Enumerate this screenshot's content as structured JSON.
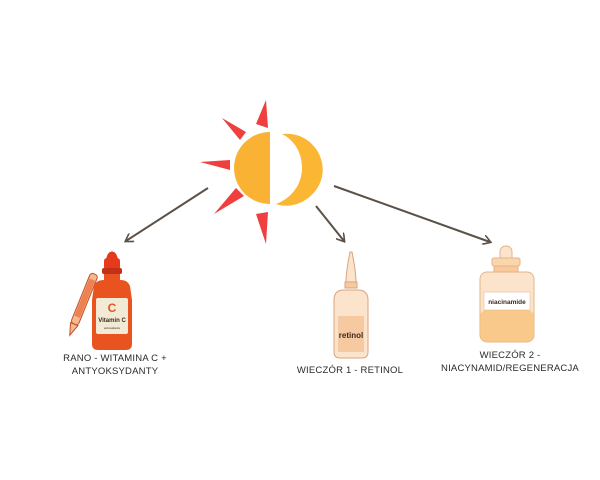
{
  "symbol": {
    "sun_icon": "sun-icon",
    "moon_icon": "crescent-moon-icon",
    "colors": {
      "sun": "#f9b233",
      "rays": "#ef3f3f",
      "moon": "#fbb733",
      "arrow": "#5b5147"
    }
  },
  "morning": {
    "caption_line1": "RANO - WITAMINA C +",
    "caption_line2": "ANTYOKSYDANTY",
    "bottle_icon": "dropper-bottle-icon",
    "bottle_label_letter": "C",
    "bottle_label_name": "Vitamin C",
    "bottle_label_sub": "antioxidants",
    "bottle_color": "#e9531f"
  },
  "evening1": {
    "caption": "WIECZÓR 1 - RETINOL",
    "bottle_icon": "serum-bottle-icon",
    "bottle_label": "retinol",
    "bottle_color": "#f6c9a0"
  },
  "evening2": {
    "caption_line1": "WIECZÓR 2 -",
    "caption_line2": "NIACYNAMID/REGENERACJA",
    "bottle_icon": "dropper-jar-icon",
    "bottle_label": "niacinamide",
    "bottle_color": "#f8c27a"
  }
}
